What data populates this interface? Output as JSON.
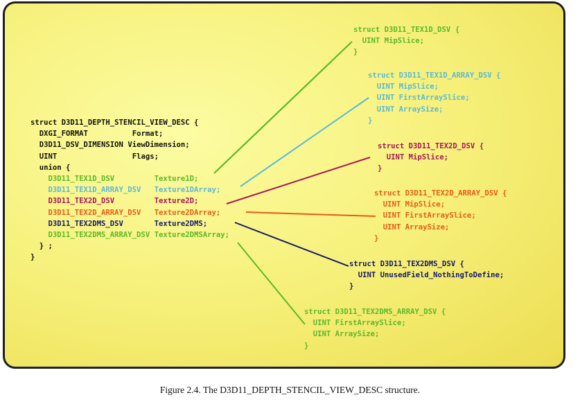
{
  "colors": {
    "black": "#111111",
    "green": "#5bb82a",
    "cyan": "#5ab8d8",
    "purple": "#a5185a",
    "orange": "#e85a1a",
    "navy": "#151a6a"
  },
  "main_struct": {
    "lines": [
      "struct D3D11_DEPTH_STENCIL_VIEW_DESC {",
      "  DXGI_FORMAT          Format;",
      "  D3D11_DSV_DIMENSION ViewDimension;",
      "  UINT                 Flags;",
      "  union {"
    ],
    "union_members": [
      {
        "type": "D3D11_TEX1D_DSV",
        "name": "Texture1D;",
        "color": "green"
      },
      {
        "type": "D3D11_TEX1D_ARRAY_DSV",
        "name": "Texture1DArray;",
        "color": "cyan"
      },
      {
        "type": "D3D11_TEX2D_DSV",
        "name": "Texture2D;",
        "color": "purple"
      },
      {
        "type": "D3D11_TEX2D_ARRAY_DSV",
        "name": "Texture2DArray;",
        "color": "orange"
      },
      {
        "type": "D3D11_TEX2DMS_DSV",
        "name": "Texture2DMS;",
        "color": "navy"
      },
      {
        "type": "D3D11_TEX2DMS_ARRAY_DSV",
        "name": "Texture2DMSArray;",
        "color": "green"
      }
    ],
    "closing": [
      "  } ;",
      "}"
    ]
  },
  "sub_structs": [
    {
      "id": "tex1d",
      "color": "green",
      "lines": [
        "struct D3D11_TEX1D_DSV {",
        "  UINT MipSlice;",
        "}"
      ]
    },
    {
      "id": "tex1d-array",
      "color": "cyan",
      "lines": [
        "struct D3D11_TEX1D_ARRAY_DSV {",
        "  UINT MipSlice;",
        "  UINT FirstArraySlice;",
        "  UINT ArraySize;",
        "}"
      ]
    },
    {
      "id": "tex2d",
      "color": "purple",
      "lines": [
        "struct D3D11_TEX2D_DSV {",
        "  UINT MipSlice;",
        "}"
      ]
    },
    {
      "id": "tex2d-array",
      "color": "orange",
      "lines": [
        "struct D3D11_TEX2D_ARRAY_DSV {",
        "  UINT MipSlice;",
        "  UINT FirstArraySlice;",
        "  UINT ArraySize;",
        "}"
      ]
    },
    {
      "id": "tex2dms",
      "color": "navy",
      "lines": [
        "struct D3D11_TEX2DMS_DSV {",
        "  UINT UnusedField_NothingToDefine;",
        "}"
      ]
    },
    {
      "id": "tex2dms-array",
      "color": "green",
      "lines": [
        "struct D3D11_TEX2DMS_ARRAY_DSV {",
        "  UINT FirstArraySlice;",
        "  UINT ArraySize;",
        "}"
      ]
    }
  ],
  "caption": "Figure 2.4.  The D3D11_DEPTH_STENCIL_VIEW_DESC structure."
}
